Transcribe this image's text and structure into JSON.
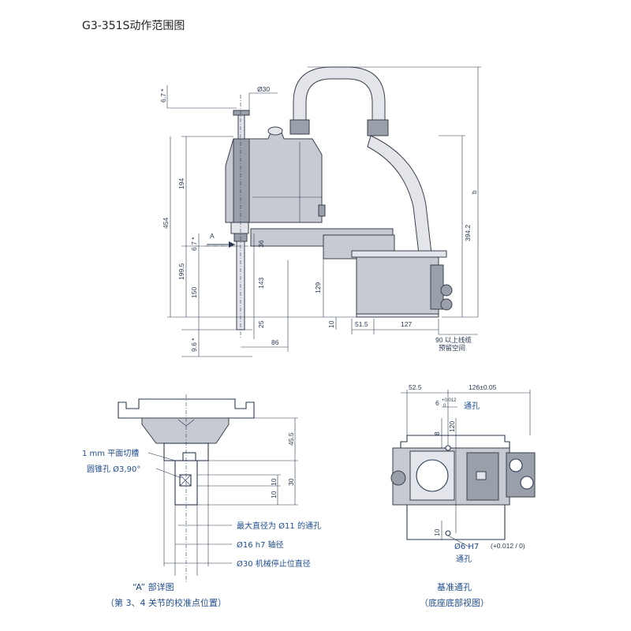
{
  "title": "G3-351S动作范围图",
  "side_view": {
    "dims": {
      "d_6_7_top": "6.7 *",
      "d_phi30": "Ø30",
      "d_194": "194",
      "d_454": "454",
      "d_6_7_mid": "6.7 *",
      "d_199_5": "199.5",
      "d_150": "150",
      "d_36": "36",
      "d_143": "143",
      "d_25": "25",
      "d_9_6": "9.6 *",
      "d_86": "86",
      "d_129": "129",
      "d_10": "10",
      "d_51_5": "51.5",
      "d_127": "127",
      "d_394_2": "394.2",
      "d_b": "b"
    },
    "arrow_label": "A",
    "cable_note_line1": "90 以上线缆",
    "cable_note_line2": "预留空间"
  },
  "detail_a": {
    "dims": {
      "d_45_5": "45.5",
      "d_30": "30",
      "d_10a": "10",
      "d_10b": "10"
    },
    "notes": {
      "flat_cut": "1 mm 平面切槽",
      "cone_hole": "圆锥孔 Ø3,90°",
      "max_dia": "最大直径为 Ø11 的通孔",
      "shaft_dia": "Ø16 h7 轴径",
      "stop_dia": "Ø30 机械停止位直径"
    },
    "caption_line1": "“A” 部详图",
    "caption_line2": "（第 3、4 关节的校准点位置）"
  },
  "base_view": {
    "dims": {
      "d_52_5": "52.5",
      "d_126": "126±0.05",
      "d_6_tol": "6",
      "d_6_tol_sup": "+0.012",
      "d_6_tol_sub": "0",
      "through_hole": "通孔",
      "d_8": "8",
      "d_120": "120",
      "d_10": "10",
      "d_6h7": "Ø6 H7",
      "d_6h7_tol": "(+0.012 / 0)",
      "through_hole_2": "通孔"
    },
    "caption_line1": "基准通孔",
    "caption_line2": "（底座底部视图）"
  },
  "colors": {
    "line": "#2a3a55",
    "note_text": "#1f4d8f",
    "robot_body": "#c7cad1"
  }
}
